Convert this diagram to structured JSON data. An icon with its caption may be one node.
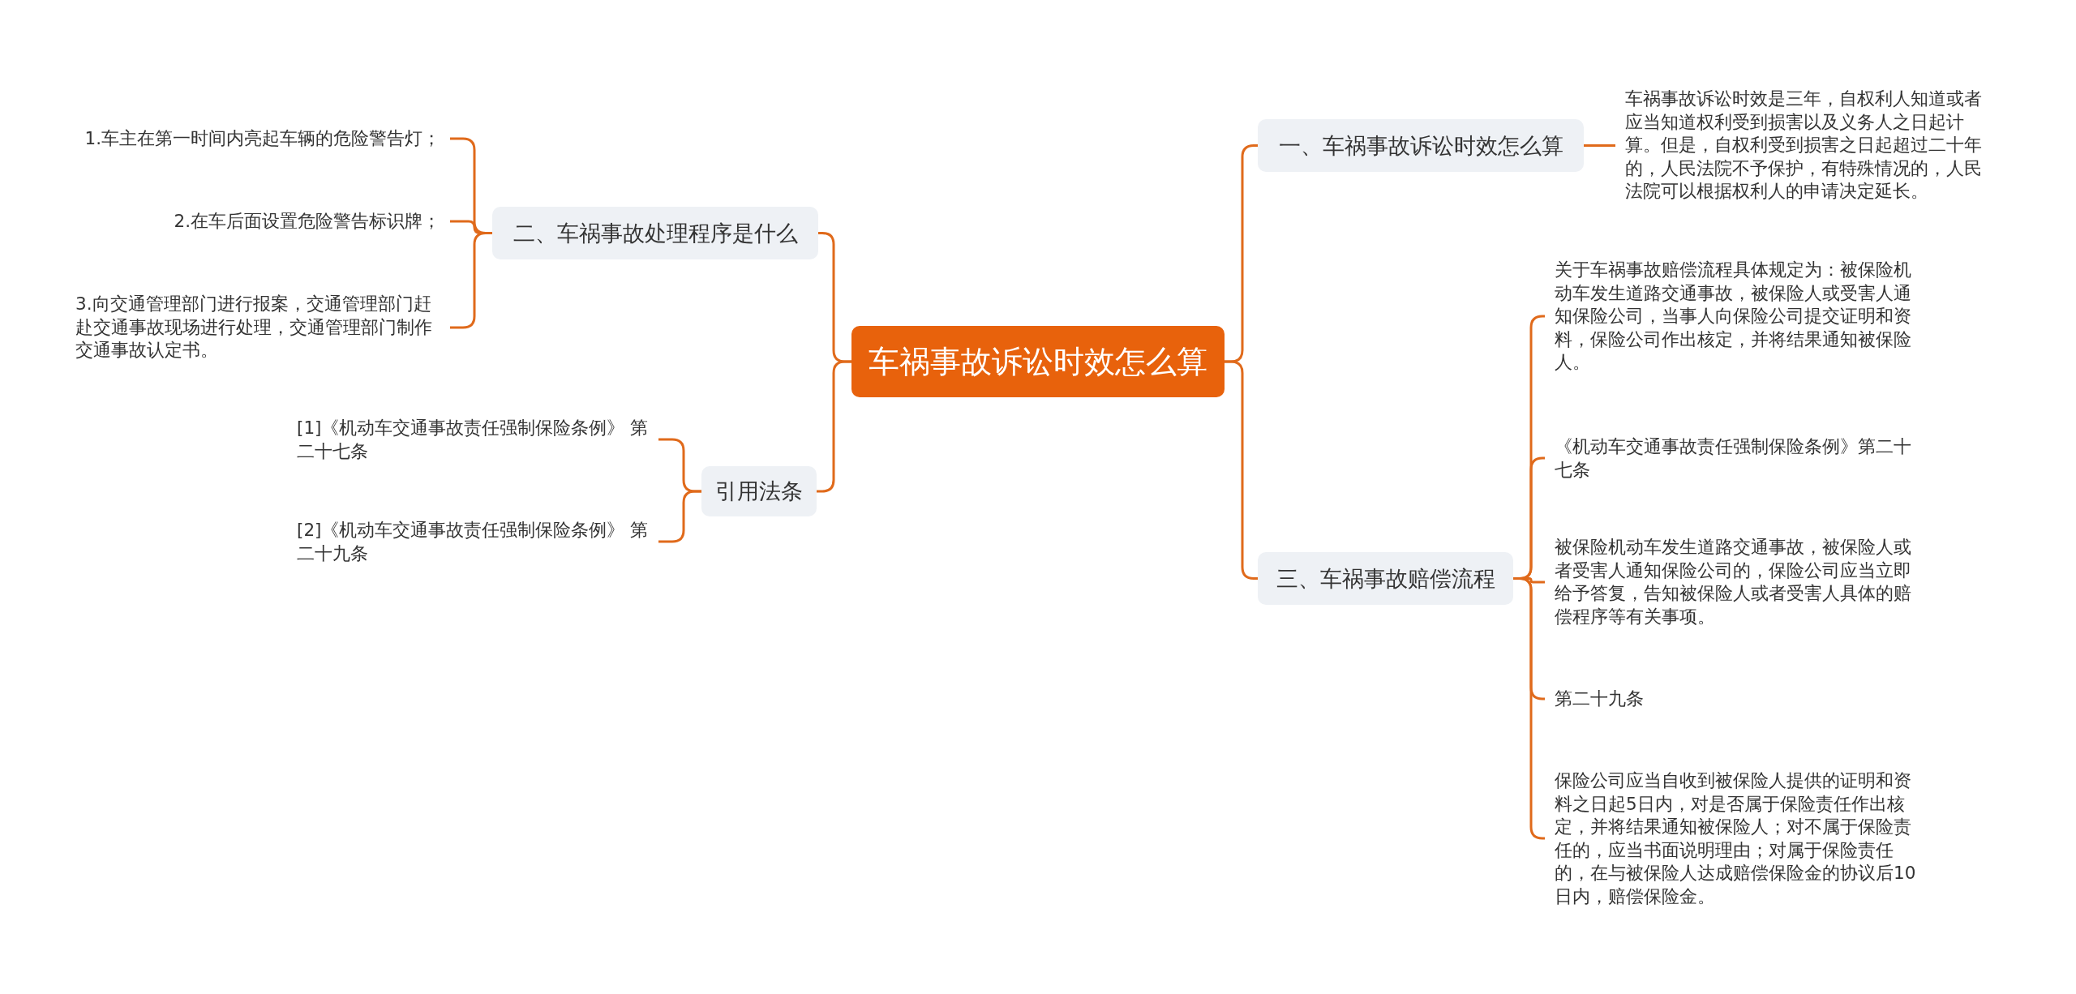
{
  "diagram": {
    "nodes": [
      {
        "text": [
          "车祸事故诉讼时效怎么算"
        ]
      },
      {
        "text": [
          "二、车祸事故处理程序是什么"
        ]
      },
      {
        "text": [
          "1.车主在第一时间内亮起车辆的危险警告灯；"
        ]
      },
      {
        "text": [
          "2.在车后面设置危险警告标识牌；"
        ]
      },
      {
        "text": [
          "3.向交通管理部门进行报案，交通管理部门赶赴交通事故现场进行处理，交通管理部门制作交通事故认定书。"
        ]
      },
      {
        "text": [
          "引用法条"
        ]
      },
      {
        "text": [
          "[1]《机动车交通事故责任强制保险条例》 第二十七条"
        ]
      },
      {
        "text": [
          "[2]《机动车交通事故责任强制保险条例》 第二十九条"
        ]
      },
      {
        "text": [
          "一、车祸事故诉讼时效怎么算"
        ]
      },
      {
        "text": [
          "车祸事故诉讼时效是三年，自权利人知道或者应当知道权利受到损害以及义务人之日起计算。但是，自权利受到损害之日起超过二十年的，人民法院不予保护，有特殊情况的，人民法院可以根据权利人的申请决定延长。"
        ]
      },
      {
        "text": [
          "三、车祸事故赔偿流程"
        ]
      },
      {
        "text": [
          "关于车祸事故赔偿流程具体规定为：被保险机动车发生道路交通事故，被保险人或受害人通知保险公司，当事人向保险公司提交证明和资料，保险公司作出核定，并将结果通知被保险人。"
        ]
      },
      {
        "text": [
          "《机动车交通事故责任强制保险条例》第二十七条"
        ]
      },
      {
        "text": [
          "被保险机动车发生道路交通事故，被保险人或者受害人通知保险公司的，保险公司应当立即给予答复，告知被保险人或者受害人具体的赔偿程序等有关事项。"
        ]
      },
      {
        "text": [
          "第二十九条"
        ]
      },
      {
        "text": [
          "保险公司应当自收到被保险人提供的证明和资料之日起5日内，对是否属于保险责任作出核定，并将结果通知被保险人；对不属于保险责任的，应当书面说明理由；对属于保险责任的，在与被保险人达成赔偿保险金的协议后10日内，赔偿保险金。"
        ]
      }
    ],
    "edges": [
      {
        "from": 0,
        "to": 1,
        "arrow": "none"
      },
      {
        "from": 1,
        "to": 2,
        "arrow": "none"
      },
      {
        "from": 1,
        "to": 3,
        "arrow": "none"
      },
      {
        "from": 1,
        "to": 4,
        "arrow": "none"
      },
      {
        "from": 0,
        "to": 5,
        "arrow": "none"
      },
      {
        "from": 5,
        "to": 6,
        "arrow": "none"
      },
      {
        "from": 5,
        "to": 7,
        "arrow": "none"
      },
      {
        "from": 0,
        "to": 8,
        "arrow": "none"
      },
      {
        "from": 8,
        "to": 9,
        "arrow": "none"
      },
      {
        "from": 0,
        "to": 10,
        "arrow": "none"
      },
      {
        "from": 10,
        "to": 11,
        "arrow": "none"
      },
      {
        "from": 10,
        "to": 12,
        "arrow": "none"
      },
      {
        "from": 10,
        "to": 13,
        "arrow": "none"
      },
      {
        "from": 10,
        "to": 14,
        "arrow": "none"
      },
      {
        "from": 10,
        "to": 15,
        "arrow": "none"
      }
    ]
  }
}
